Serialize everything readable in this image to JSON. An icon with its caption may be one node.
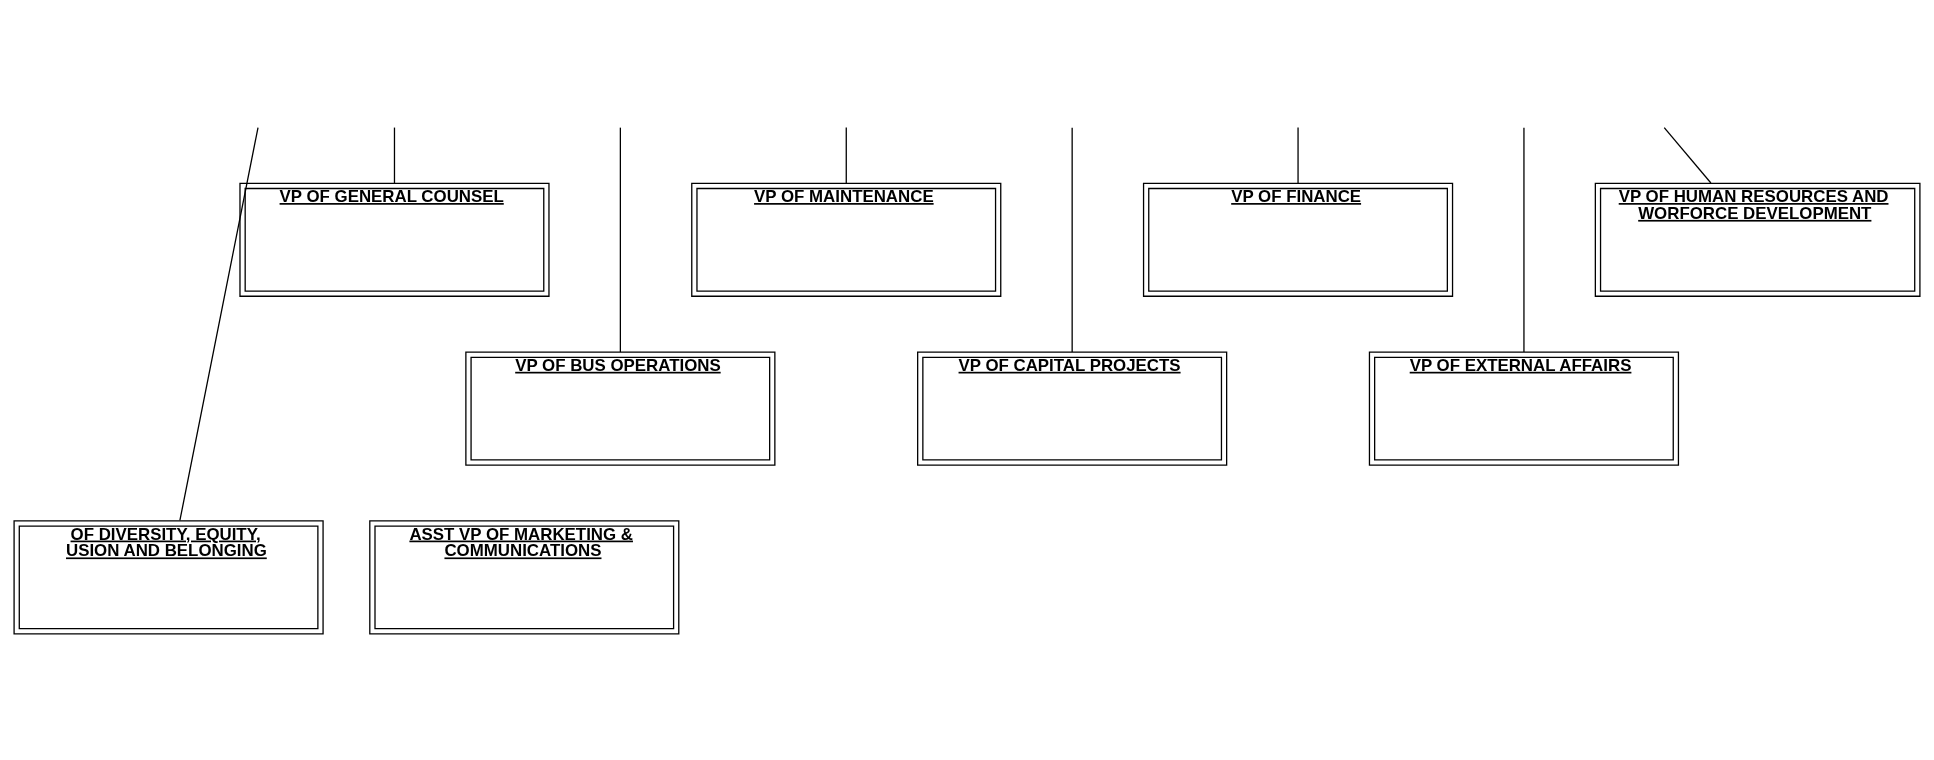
{
  "diagram": {
    "nodes": [
      {
        "text": [
          "VP OF GENERAL COUNSEL"
        ]
      },
      {
        "text": [
          "VP OF MAINTENANCE"
        ]
      },
      {
        "text": [
          "VP OF FINANCE"
        ]
      },
      {
        "text": [
          "VP OF HUMAN RESOURCES AND WORFORCE DEVELOPMENT"
        ]
      },
      {
        "text": [
          "VP OF BUS OPERATIONS"
        ]
      },
      {
        "text": [
          "VP OF CAPITAL PROJECTS"
        ]
      },
      {
        "text": [
          "VP OF EXTERNAL AFFAIRS"
        ]
      },
      {
        "text": [
          "OF DIVERSITY, EQUITY, USION AND BELONGING"
        ]
      },
      {
        "text": [
          "ASST VP OF MARKETING & COMMUNICATIONS"
        ]
      }
    ],
    "edges": [
      {
        "from": null,
        "to": 7,
        "arrow": "none"
      },
      {
        "from": null,
        "to": 0,
        "arrow": "none"
      },
      {
        "from": null,
        "to": 4,
        "arrow": "none"
      },
      {
        "from": null,
        "to": 1,
        "arrow": "none"
      },
      {
        "from": null,
        "to": 5,
        "arrow": "none"
      },
      {
        "from": null,
        "to": 2,
        "arrow": "none"
      },
      {
        "from": null,
        "to": 6,
        "arrow": "none"
      },
      {
        "from": null,
        "to": 3,
        "arrow": "none"
      }
    ]
  }
}
